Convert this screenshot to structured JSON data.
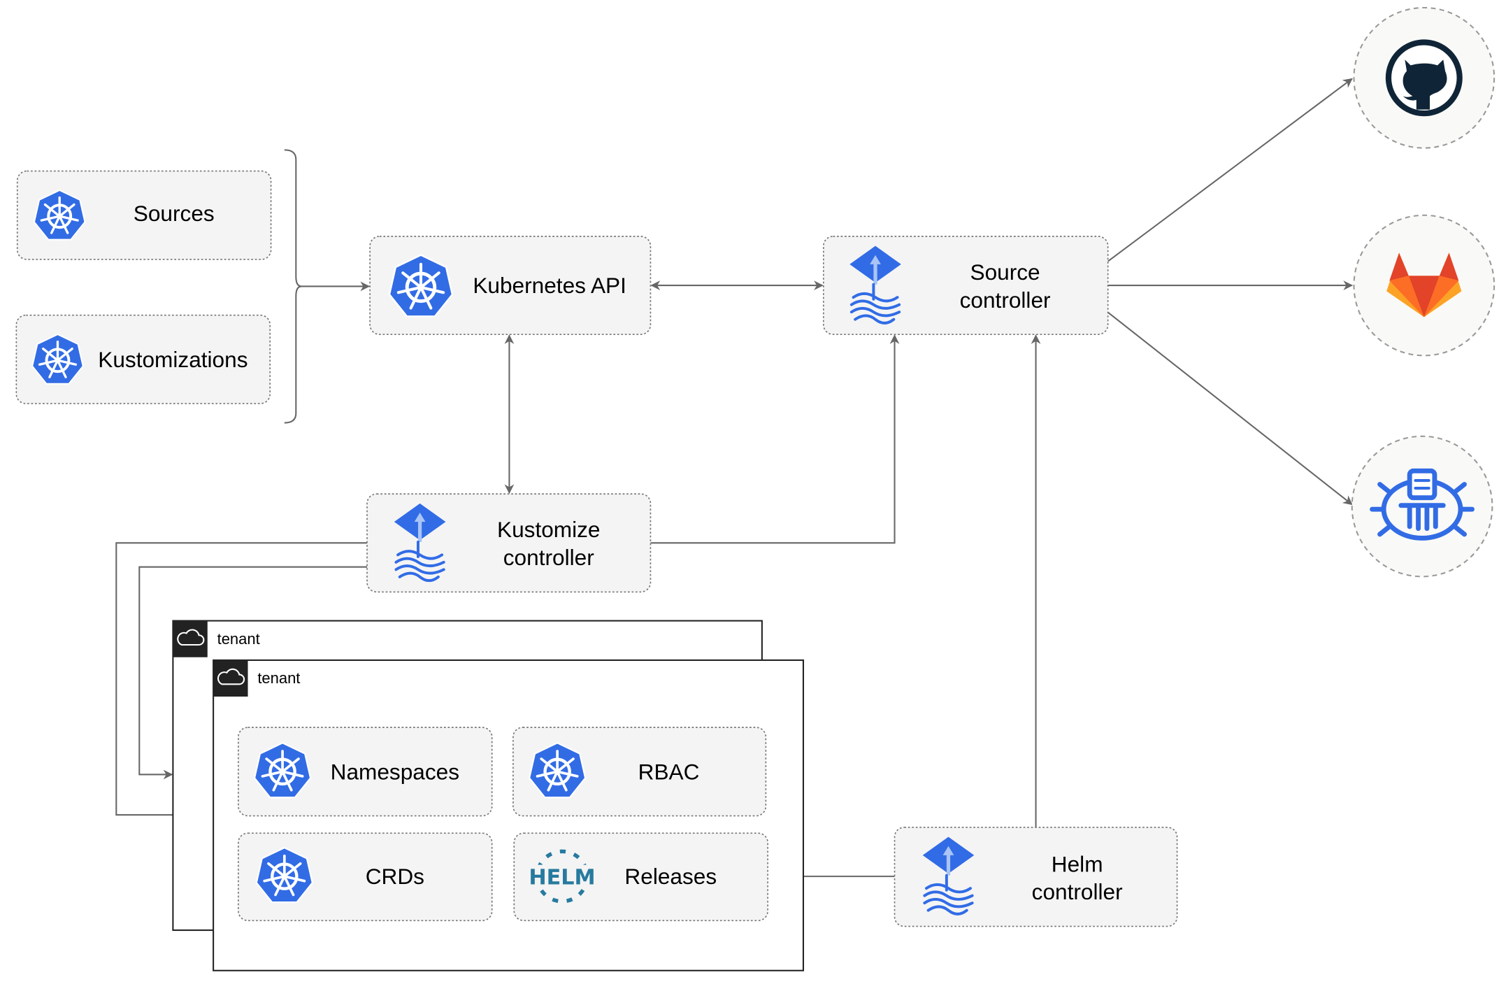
{
  "nodes": {
    "sources": "Sources",
    "kustomizations": "Kustomizations",
    "kubernetes_api": "Kubernetes API",
    "source_controller": [
      "Source",
      "controller"
    ],
    "kustomize_controller": [
      "Kustomize",
      "controller"
    ],
    "helm_controller": [
      "Helm",
      "controller"
    ],
    "namespaces": "Namespaces",
    "rbac": "RBAC",
    "crds": "CRDs",
    "releases": "Releases"
  },
  "tenants": [
    "tenant",
    "tenant"
  ],
  "logos": {
    "helm_text": "HELM"
  },
  "external_sources": [
    "github-icon",
    "gitlab-icon",
    "harbor-registry-icon"
  ],
  "colors": {
    "k8s_blue": "#326ce5",
    "flux_blue": "#316ce6",
    "helm_blue": "#277a9f",
    "gitlab_orange": "#e24329",
    "github_dark": "#0f2537",
    "edge": "#666666"
  }
}
